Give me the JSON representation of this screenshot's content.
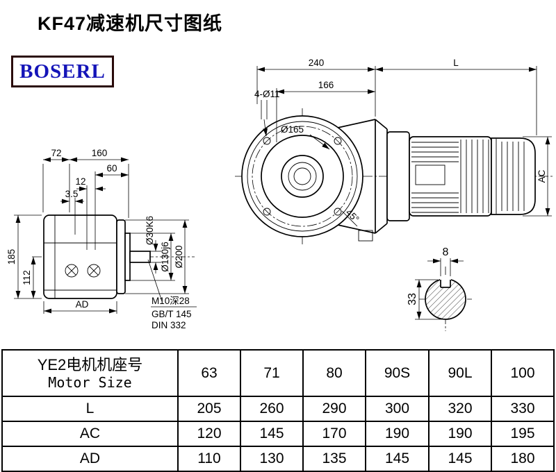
{
  "title": "KF47减速机尺寸图纸",
  "logo": {
    "text": "BOSERL",
    "border_color": "#2a0a0a",
    "text_color": "#1414b8"
  },
  "side_view": {
    "d72": "72",
    "d160": "160",
    "d60": "60",
    "d12": "12",
    "d35": "3.5",
    "d185": "185",
    "d112": "112",
    "dAD": "AD",
    "d30": "Ø30K6",
    "d130": "Ø130j6",
    "d200": "Ø200",
    "note1": "M10深28",
    "note2": "GB/T 145",
    "note3": "DIN 332"
  },
  "front_view": {
    "d240": "240",
    "dL": "L",
    "holes": "4-Ø11",
    "d166": "166",
    "d165": "Ø165",
    "d45": "45°",
    "dAC": "AC"
  },
  "section_view": {
    "d8": "8",
    "d33": "33"
  },
  "table": {
    "header": {
      "line1": "YE2电机机座号",
      "line2": "Motor Size"
    },
    "columns": [
      "63",
      "71",
      "80",
      "90S",
      "90L",
      "100"
    ],
    "rows": [
      {
        "label": "L",
        "values": [
          "205",
          "260",
          "290",
          "300",
          "320",
          "330"
        ]
      },
      {
        "label": "AC",
        "values": [
          "120",
          "145",
          "170",
          "190",
          "190",
          "195"
        ]
      },
      {
        "label": "AD",
        "values": [
          "110",
          "130",
          "135",
          "145",
          "145",
          "180"
        ]
      }
    ]
  }
}
